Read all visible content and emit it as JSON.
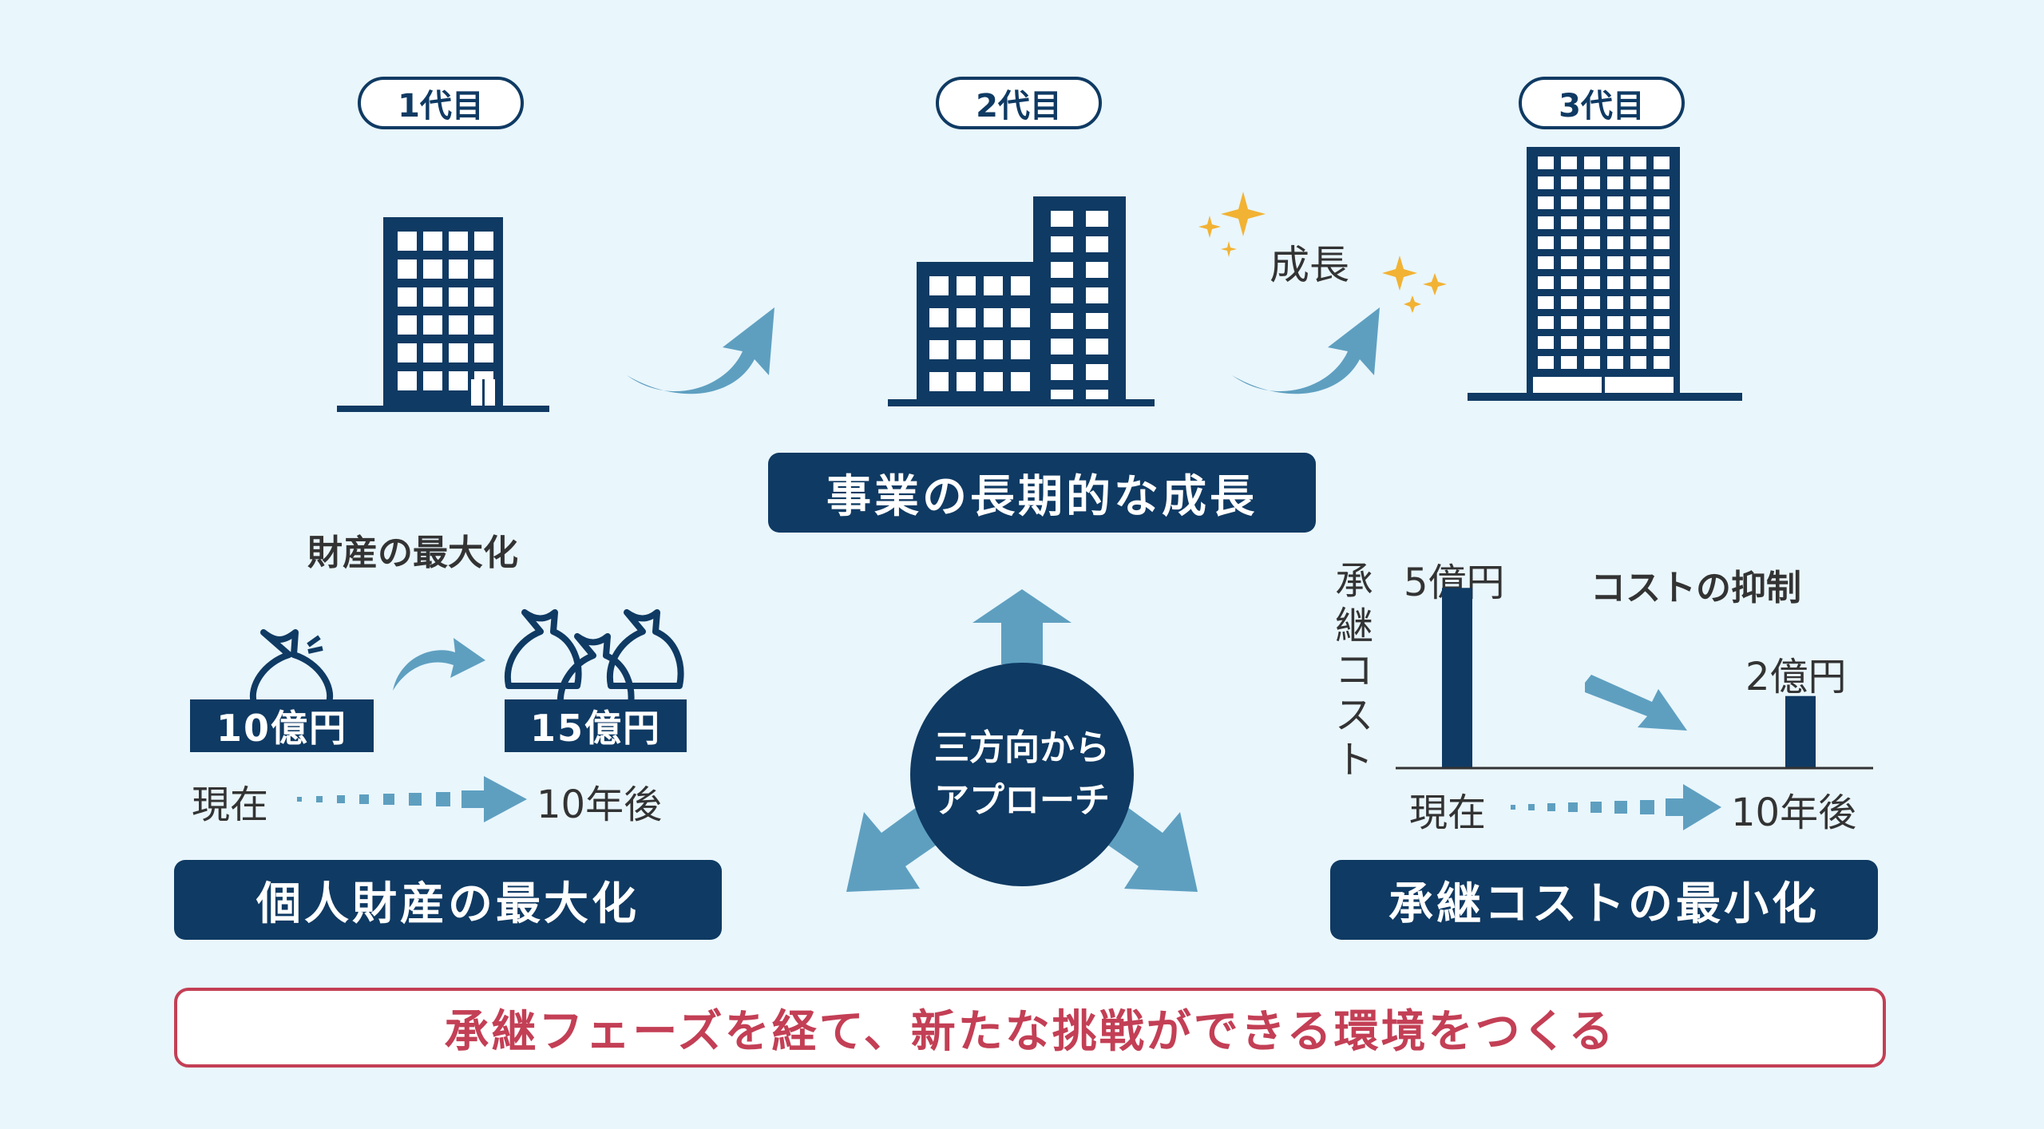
{
  "generations": {
    "gen1": "1代目",
    "gen2": "2代目",
    "gen3": "3代目"
  },
  "growth_label": "成長",
  "business": {
    "title": "事業の長期的な成長"
  },
  "wealth": {
    "heading": "財産の最大化",
    "current_amount": "10億円",
    "future_amount": "15億円",
    "now_label": "現在",
    "later_label": "10年後",
    "title": "個人財産の最大化"
  },
  "center": {
    "line1": "三方向から",
    "line2": "アプローチ"
  },
  "cost": {
    "axis_label": "承継コスト",
    "heading": "コストの抑制",
    "current_value": "5億円",
    "future_value": "2億円",
    "now_label": "現在",
    "later_label": "10年後",
    "title": "承継コストの最小化"
  },
  "banner": {
    "text": "承継フェーズを経て、新たな挑戦ができる環境をつくる"
  },
  "chart_data": {
    "type": "bar",
    "categories": [
      "現在",
      "10年後"
    ],
    "values": [
      5,
      2
    ],
    "value_labels": [
      "5億円",
      "2億円"
    ],
    "ylabel": "承継コスト",
    "ylim": [
      0,
      6
    ]
  },
  "colors": {
    "navy": "#0f3a63",
    "arrow_blue": "#5e9fc0",
    "sparkle": "#f2b233",
    "banner_red": "#c33f55",
    "background": "#e9f6fc"
  }
}
